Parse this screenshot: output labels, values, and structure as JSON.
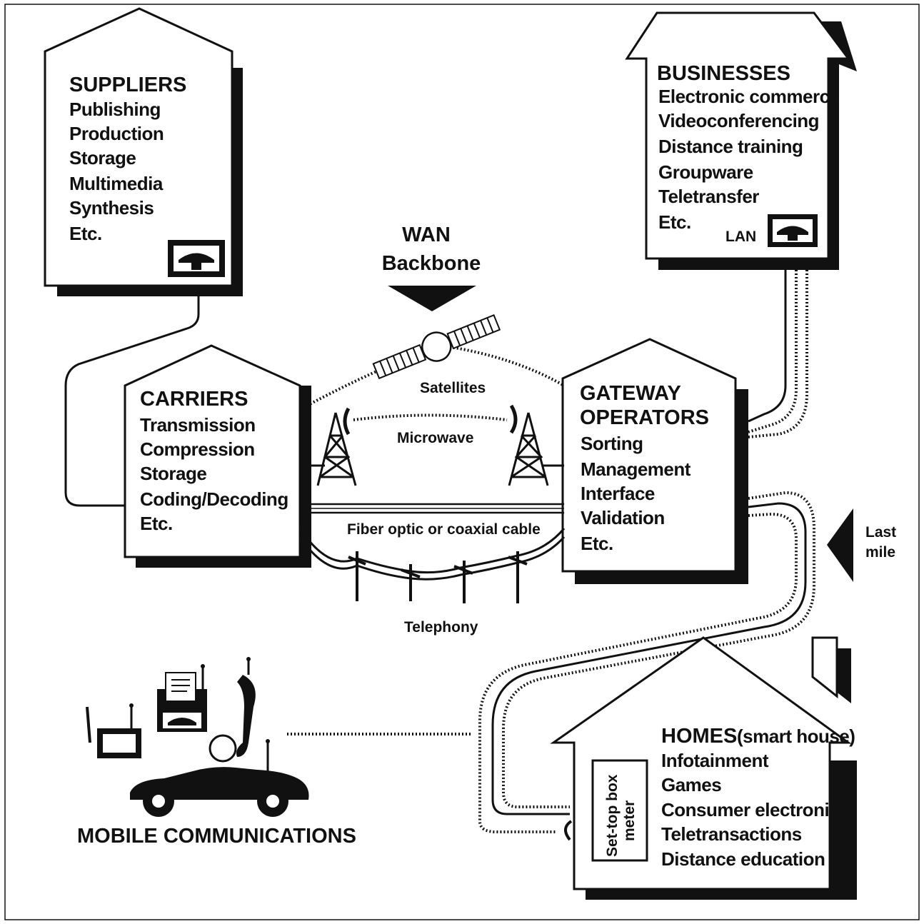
{
  "suppliers": {
    "title": "SUPPLIERS",
    "items": [
      "Publishing",
      "Production",
      "Storage",
      "Multimedia",
      "Synthesis",
      "Etc."
    ]
  },
  "businesses": {
    "title": "BUSINESSES",
    "items": [
      "Electronic commerce",
      "Videoconferencing",
      "Distance training",
      "Groupware",
      "Teletransfer",
      "Etc."
    ],
    "lan_label": "LAN"
  },
  "wan": {
    "line1": "WAN",
    "line2": "Backbone"
  },
  "carriers": {
    "title": "CARRIERS",
    "items": [
      "Transmission",
      "Compression",
      "Storage",
      "Coding/Decoding",
      "Etc."
    ]
  },
  "gateway": {
    "title_line1": "GATEWAY",
    "title_line2": "OPERATORS",
    "items": [
      "Sorting",
      "Management",
      "Interface",
      "Validation",
      "Etc."
    ]
  },
  "links": {
    "satellites": "Satellites",
    "microwave": "Microwave",
    "fiber": "Fiber optic or coaxial cable",
    "telephony": "Telephony"
  },
  "last_mile": {
    "line1": "Last",
    "line2": "mile"
  },
  "homes": {
    "title": "HOMES",
    "subtitle": "(smart house)",
    "items": [
      "Infotainment",
      "Games",
      "Consumer electronics",
      "Teletransactions",
      "Distance education"
    ],
    "settop_line1": "Set-top box",
    "settop_line2": "meter"
  },
  "mobile": {
    "label": "MOBILE COMMUNICATIONS"
  }
}
